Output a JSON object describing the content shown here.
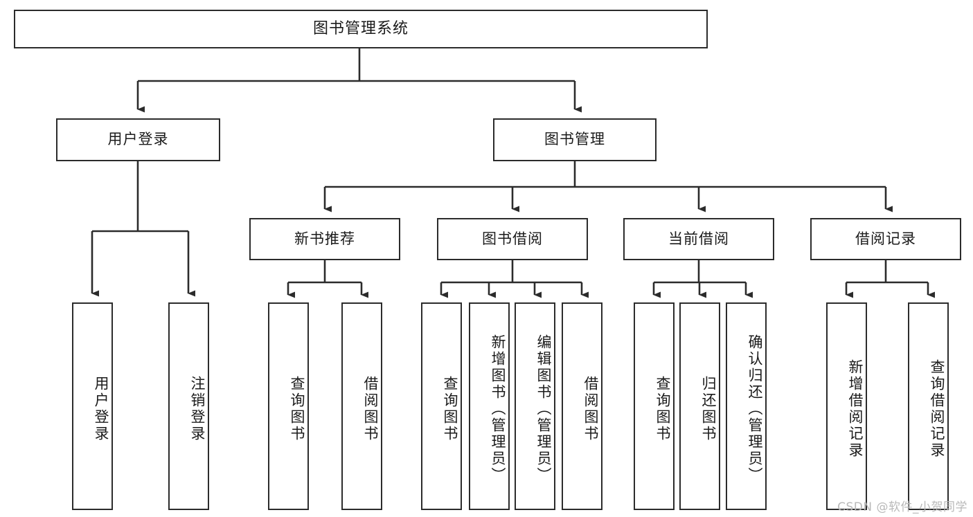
{
  "diagram": {
    "title": "图书管理系统",
    "type": "tree",
    "watermark": "CSDN @软件_小贺同学",
    "colors": {
      "stroke": "#2b2b2b",
      "background": "#ffffff",
      "text": "#1a1a1a",
      "watermark": "#b9b9b9"
    },
    "root": {
      "label": "图书管理系统"
    },
    "level2": [
      {
        "label": "用户登录"
      },
      {
        "label": "图书管理"
      }
    ],
    "level3": [
      {
        "label": "新书推荐"
      },
      {
        "label": "图书借阅"
      },
      {
        "label": "当前借阅"
      },
      {
        "label": "借阅记录"
      }
    ],
    "leaves": {
      "user_login": [
        {
          "label": "用户登录"
        },
        {
          "label": "注销登录"
        }
      ],
      "new_book": [
        {
          "label": "查询图书"
        },
        {
          "label": "借阅图书"
        }
      ],
      "book_borrow": [
        {
          "label": "查询图书"
        },
        {
          "label": "新增图书（管理员）"
        },
        {
          "label": "编辑图书（管理员）"
        },
        {
          "label": "借阅图书"
        }
      ],
      "current_borrow": [
        {
          "label": "查询图书"
        },
        {
          "label": "归还图书"
        },
        {
          "label": "确认归还（管理员）"
        }
      ],
      "borrow_record": [
        {
          "label": "新增借阅记录"
        },
        {
          "label": "查询借阅记录"
        }
      ]
    }
  }
}
